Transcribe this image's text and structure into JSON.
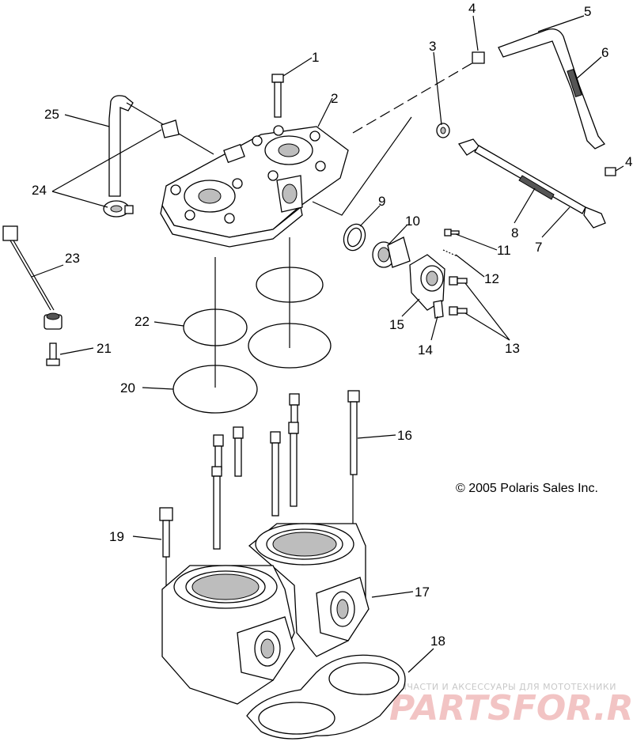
{
  "copyright": "© 2005 Polaris Sales Inc.",
  "watermark": {
    "line1": "ЗАПЧАСТИ И АКСЕССУАРЫ ДЛЯ МОТОТЕХНИКИ",
    "line2": "PARTSFOR.RU"
  },
  "callouts": {
    "c1": "1",
    "c2": "2",
    "c3": "3",
    "c4a": "4",
    "c4b": "4",
    "c5": "5",
    "c6": "6",
    "c7": "7",
    "c8": "8",
    "c9": "9",
    "c10": "10",
    "c11": "11",
    "c12": "12",
    "c13": "13",
    "c14": "14",
    "c15": "15",
    "c16": "16",
    "c17": "17",
    "c18": "18",
    "c19": "19",
    "c20": "20",
    "c21": "21",
    "c22": "22",
    "c23": "23",
    "c24": "24",
    "c25": "25"
  }
}
